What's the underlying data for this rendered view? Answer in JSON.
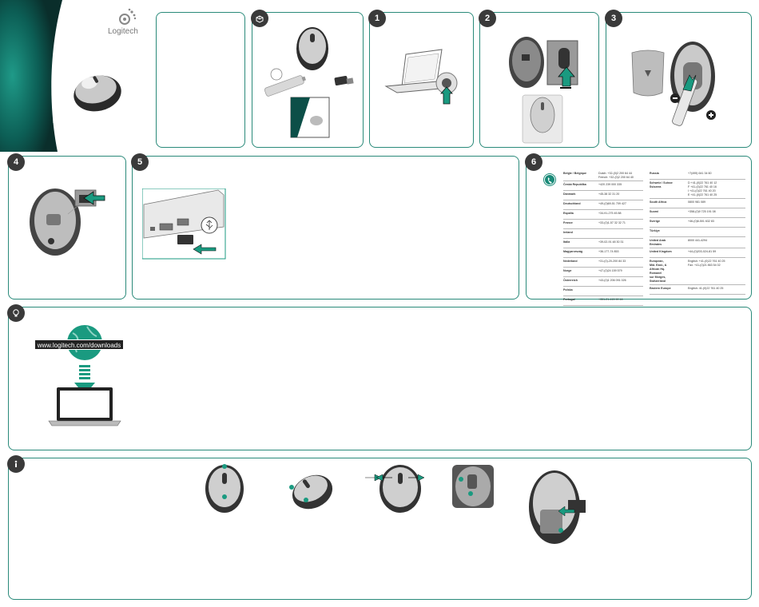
{
  "brand": {
    "name": "Logitech",
    "tagline": "Logitech"
  },
  "url": "www.logitech.com/downloads",
  "steps": {
    "s1": "1",
    "s2": "2",
    "s3": "3",
    "s4": "4",
    "s5": "5",
    "s6": "6"
  },
  "colors": {
    "teal": "#0f7a6c",
    "dark": "#0d2a28",
    "border": "#2a8a7a",
    "arrow": "#1a9a80"
  },
  "support": {
    "left": [
      {
        "country": "Belgïe / Belgique",
        "phone": "Dutch: +32-(0)2 200 64 44\nFrench: +32-(0)2 200 64 40"
      },
      {
        "country": "Česká Republika",
        "phone": "+420 239 000 335"
      },
      {
        "country": "Danmark",
        "phone": "+45-38 32 31 20"
      },
      {
        "country": "Deutschland",
        "phone": "+49-(0)69-51 709 427"
      },
      {
        "country": "España",
        "phone": "+34-91-275 45 88"
      },
      {
        "country": "France",
        "phone": "+33-(0)1-57 32 32 71"
      },
      {
        "country": "Ireland",
        "phone": ""
      },
      {
        "country": "Italia",
        "phone": "+39-02-91 48 30 31"
      },
      {
        "country": "Magyarország",
        "phone": "+36-177-74 853"
      },
      {
        "country": "Nederland",
        "phone": "+31-(0)-20-200 84 33"
      },
      {
        "country": "Norge",
        "phone": "+47-(0)24 159 579"
      },
      {
        "country": "Österreich",
        "phone": "+43-(0)1 206 091 026"
      },
      {
        "country": "Polska",
        "phone": ""
      },
      {
        "country": "Portugal",
        "phone": "+351-21-415 90 16"
      }
    ],
    "right": [
      {
        "country": "Russia",
        "phone": "+7(495) 641 34 60"
      },
      {
        "country": "Schweiz / Suisse\nSvizzera",
        "phone": "D +41-(0)22 761 40 12\nF +41-(0)22 761 40 16\nI +41-(0)22 761 40 20\nE +41-(0)22 761 40 25"
      },
      {
        "country": "South Africa",
        "phone": "0800 981 089"
      },
      {
        "country": "Suomi",
        "phone": "+358-(0)9 725 191 08"
      },
      {
        "country": "Sverige",
        "phone": "+46-(0)8-501 632 83"
      },
      {
        "country": "Türkiye",
        "phone": ""
      },
      {
        "country": "United Arab\nEmirates",
        "phone": "8000 441-4294"
      },
      {
        "country": "United Kingdom",
        "phone": "+44-(0)203-024-81 59"
      },
      {
        "country": "European,\nMid. East., &\nAfrican Hq.\nRomanel\nsur Morges,\nSwitzerland",
        "phone": "English: +41-(0)22 761 40 25\nFax: +41-(0)21 863 54 02"
      },
      {
        "country": "Eastern Europe",
        "phone": "English: 41-(0)22 761 40 25"
      }
    ]
  }
}
